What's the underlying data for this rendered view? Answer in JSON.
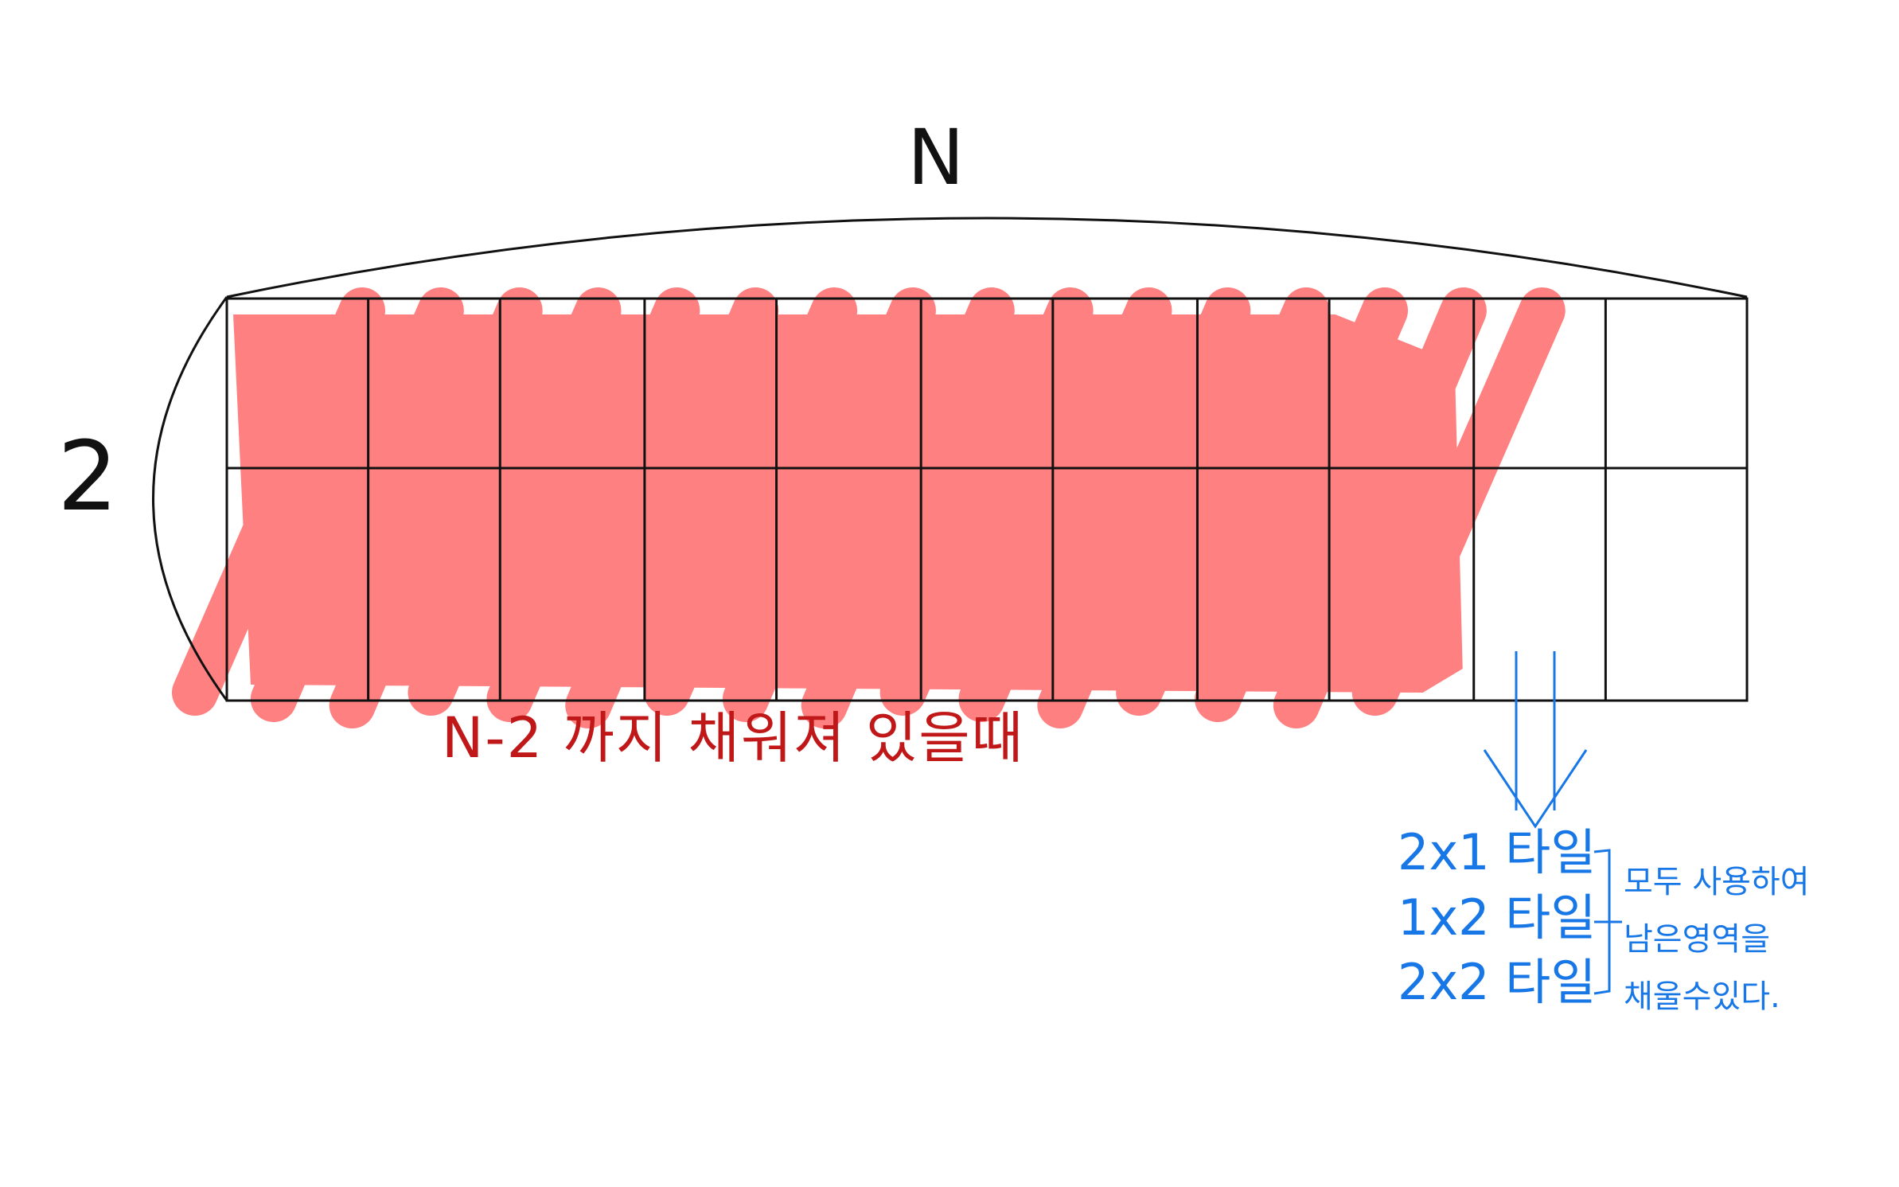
{
  "width_label": "N",
  "height_label": "2",
  "grid": {
    "columns": 11,
    "rows": 2,
    "filled_columns": 9
  },
  "caption": "N-2 까지 채워져 있을때",
  "tiles": [
    "2x1 타일",
    "1x2 타일",
    "2x2 타일"
  ],
  "result_lines": [
    "모두 사용하여",
    "남은영역을",
    "채울수있다."
  ],
  "colors": {
    "ink": "#111111",
    "fill": "#ff8080",
    "caption": "#c01818",
    "note": "#1877e6"
  }
}
